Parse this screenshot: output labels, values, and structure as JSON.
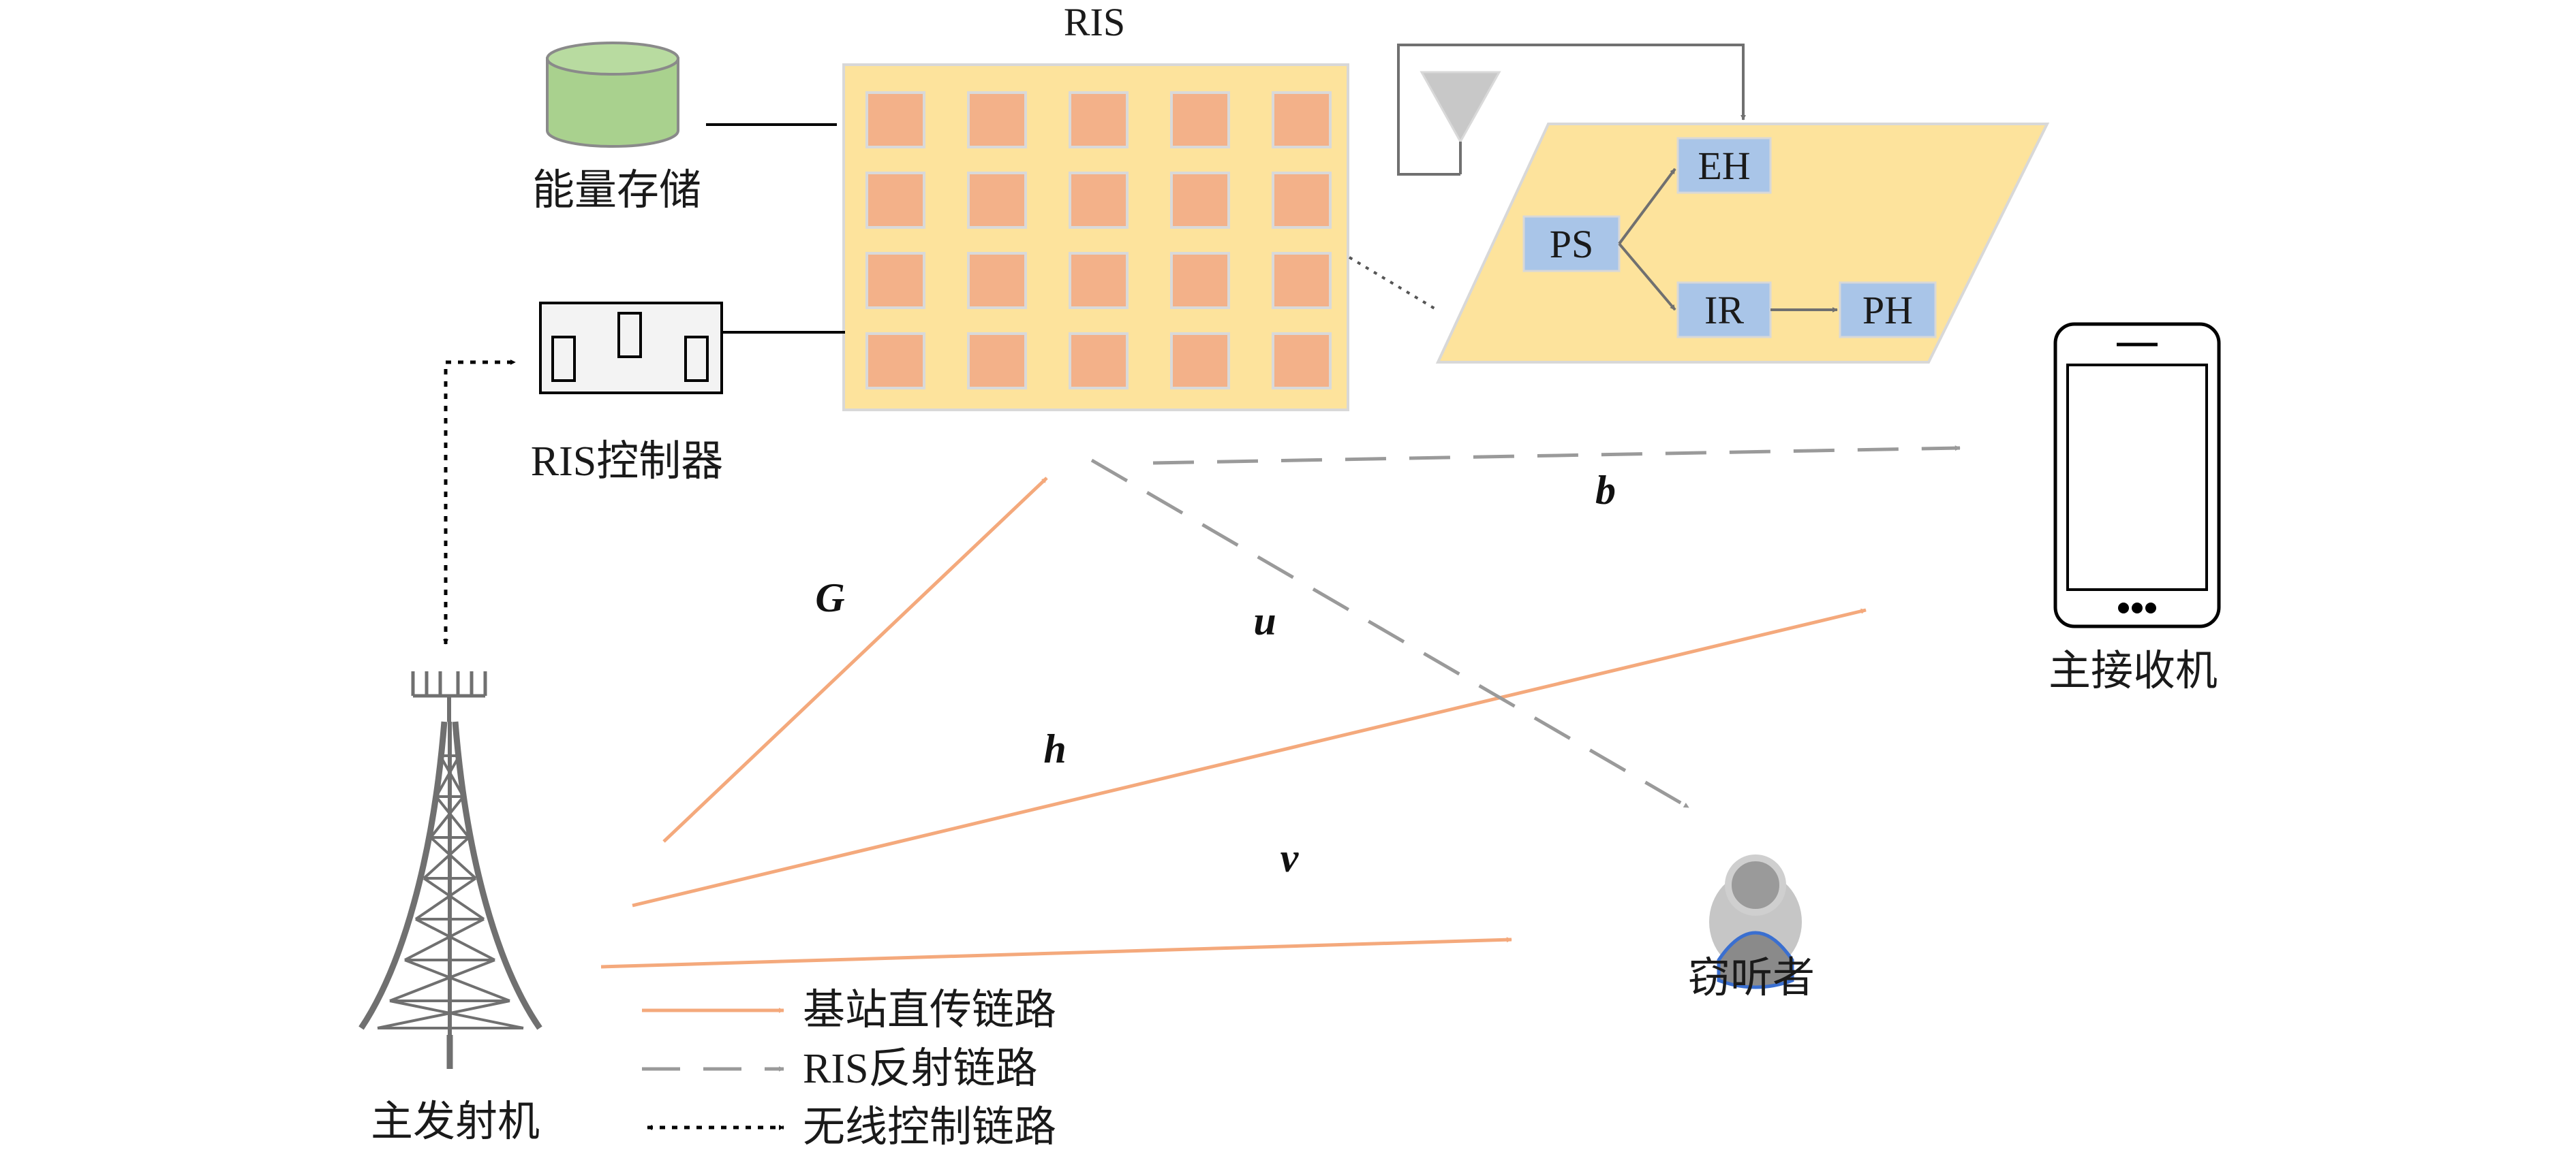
{
  "ris": {
    "title": "RIS",
    "rows": 4,
    "cols": 5
  },
  "energy_storage": {
    "label": "能量存储"
  },
  "controller": {
    "label": "RIS控制器"
  },
  "receiver": {
    "label": "主接收机"
  },
  "transmitter": {
    "label": "主发射机"
  },
  "eavesdropper": {
    "label": "窃听者"
  },
  "processing": {
    "ps": "PS",
    "eh": "EH",
    "ir": "IR",
    "ph": "PH"
  },
  "channels": {
    "G": "G",
    "h": "h",
    "v": "v",
    "u": "u",
    "b": "b"
  },
  "legend": {
    "direct": "基站直传链路",
    "reflect": "RIS反射链路",
    "control": "无线控制链路"
  },
  "colors": {
    "direct_link": "#f4a97c",
    "reflect_link": "#9a9a9a",
    "ris_panel": "#fde39c",
    "ris_element": "#f3b189",
    "proc_box": "#a9c5e8",
    "storage": "#a9d18e",
    "tower": "#707070"
  }
}
